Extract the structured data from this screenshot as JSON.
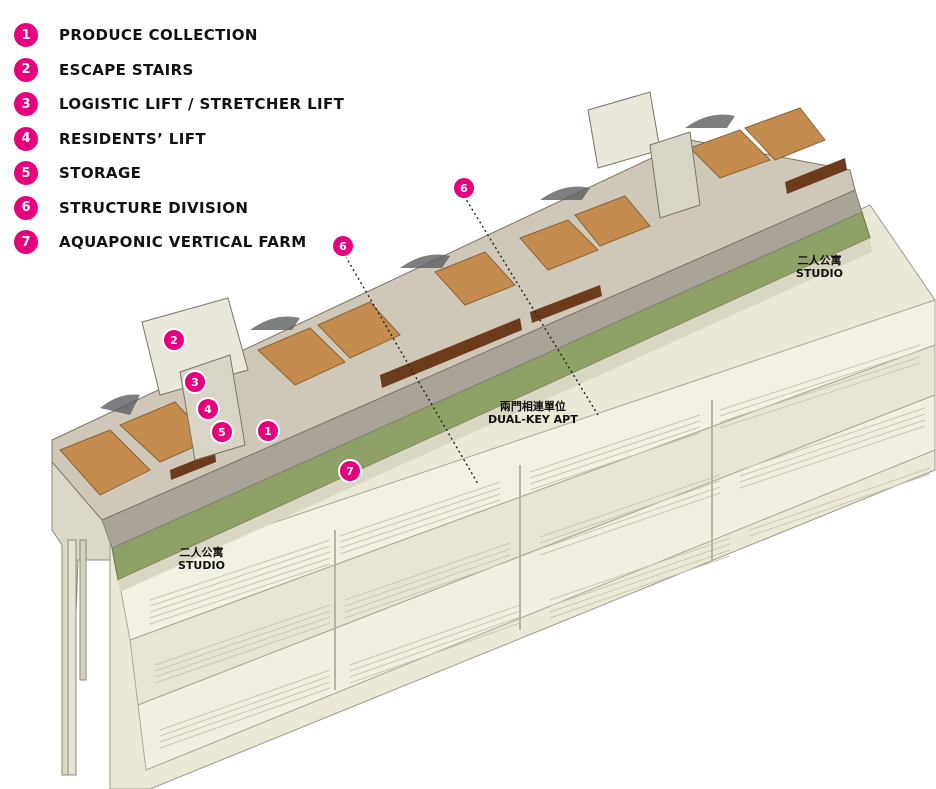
{
  "legend": {
    "items": [
      {
        "num": "1",
        "label": "PRODUCE COLLECTION"
      },
      {
        "num": "2",
        "label": "ESCAPE STAIRS"
      },
      {
        "num": "3",
        "label": "LOGISTIC LIFT / STRETCHER LIFT"
      },
      {
        "num": "4",
        "label": "RESIDENTS’ LIFT"
      },
      {
        "num": "5",
        "label": "STORAGE"
      },
      {
        "num": "6",
        "label": "STRUCTURE DIVISION"
      },
      {
        "num": "7",
        "label": "AQUAPONIC VERTICAL FARM"
      }
    ]
  },
  "markers": {
    "m1": "1",
    "m2": "2",
    "m3": "3",
    "m4": "4",
    "m5": "5",
    "m6a": "6",
    "m6b": "6",
    "m7": "7"
  },
  "labels": {
    "studio_right_cn": "二人公寓",
    "studio_right_en": "STUDIO",
    "studio_left_cn": "二人公寓",
    "studio_left_en": "STUDIO",
    "dualkey_cn": "兩門相連單位",
    "dualkey_en": "DUAL-KEY APT"
  },
  "colors": {
    "accent": "#e6007e",
    "facade": "#e9e6d4",
    "walkway": "#a7a196",
    "planter": "#7a8f4c",
    "wood_floor": "#c89050",
    "timber_wall": "#6b3b1c"
  }
}
